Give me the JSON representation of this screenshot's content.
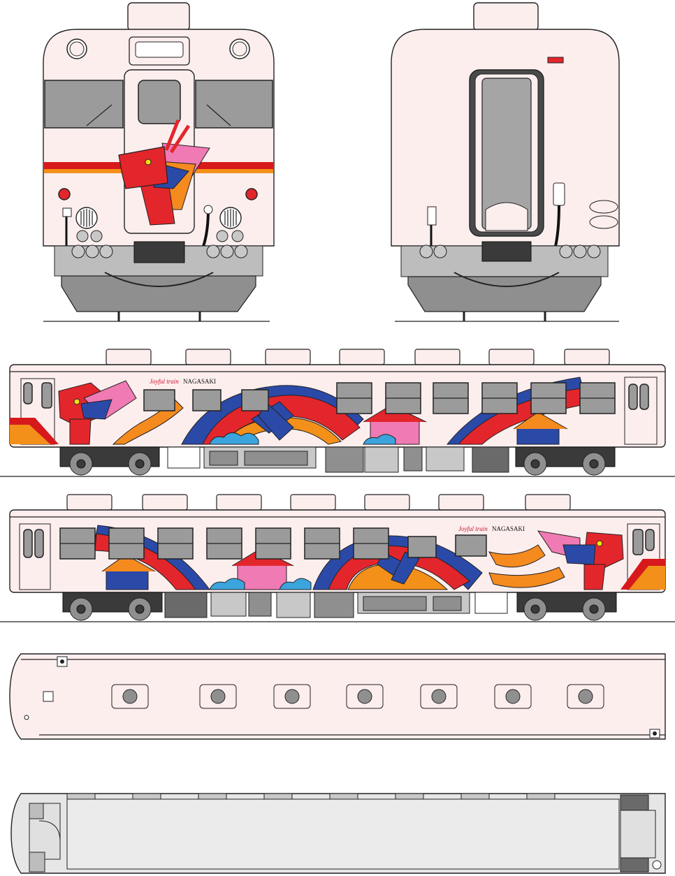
{
  "livery": {
    "script_text": "Joyful train",
    "name_text": "NAGASAKI"
  },
  "colors": {
    "body": "#fdeeee",
    "stripe_red": "#d7191c",
    "stripe_orange": "#f39019",
    "dragon_red": "#e3262c",
    "dragon_blue": "#2b4aa8",
    "dragon_pink": "#f07ab3",
    "dragon_orange": "#f58a1f",
    "window_grey": "#9b9b9b",
    "underframe": "#4a4a4a"
  },
  "views": [
    {
      "name": "front-end-view"
    },
    {
      "name": "rear-end-view"
    },
    {
      "name": "side-view-a"
    },
    {
      "name": "side-view-b"
    },
    {
      "name": "roof-plan"
    },
    {
      "name": "floor-plan"
    }
  ]
}
